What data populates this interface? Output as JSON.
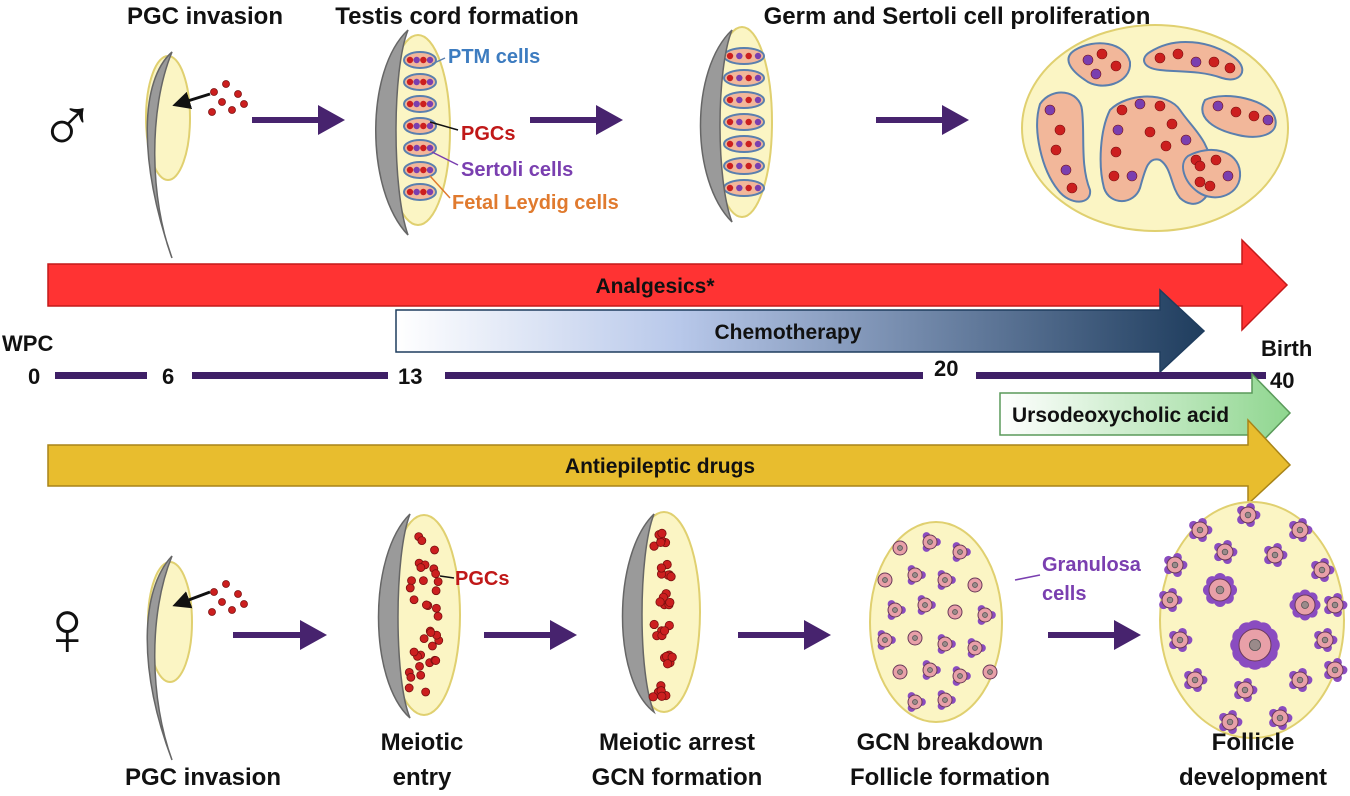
{
  "male": {
    "symbol": "♂",
    "stages": [
      "PGC invasion",
      "Testis cord formation",
      "Germ and Sertoli cell proliferation"
    ],
    "cell_labels": {
      "ptm": "PTM cells",
      "pgcs": "PGCs",
      "sertoli": "Sertoli cells",
      "leydig": "Fetal Leydig cells"
    }
  },
  "female": {
    "symbol": "♀",
    "stages": [
      {
        "line1": "PGC invasion",
        "line2": ""
      },
      {
        "line1": "Meiotic",
        "line2": "entry"
      },
      {
        "line1": "Meiotic arrest",
        "line2": "GCN formation"
      },
      {
        "line1": "GCN breakdown",
        "line2": "Follicle formation"
      },
      {
        "line1": "Follicle",
        "line2": "development"
      }
    ],
    "cell_labels": {
      "pgcs": "PGCs",
      "granulosa_line1": "Granulosa",
      "granulosa_line2": "cells"
    }
  },
  "timeline": {
    "unit_label": "WPC",
    "birth_label": "Birth",
    "ticks": [
      "0",
      "6",
      "13",
      "20",
      "40"
    ]
  },
  "drugs": [
    {
      "name": "Analgesics*",
      "color": "#ff3333"
    },
    {
      "name": "Chemotherapy",
      "color": "#2e4a6b"
    },
    {
      "name": "Ursodeoxycholic acid",
      "color": "#9ed99e"
    },
    {
      "name": "Antiepileptic drugs",
      "color": "#e8bd2e"
    }
  ],
  "colors": {
    "gonad_fill": "#fbf5c4",
    "gonad_stroke": "#e0d070",
    "mesonephros": "#9a9a9a",
    "germ_cell": "#cc1f1f",
    "sertoli": "#7a3fb0",
    "cord_fill": "#f2b79a",
    "cord_stroke": "#5a7fae",
    "follicle_core": "#e8a0a8",
    "granulosa": "#8a4cc0",
    "arrow": "#47236e",
    "timeline": "#3e1f66"
  }
}
